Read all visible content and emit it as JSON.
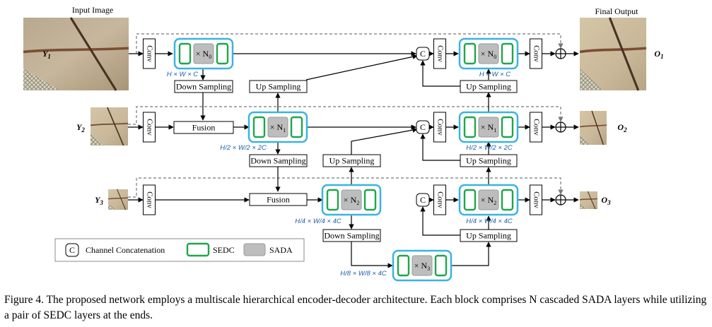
{
  "figure": {
    "input_title": "Input Image",
    "output_title": "Final Output",
    "inputs": [
      "Y",
      "Y",
      "Y"
    ],
    "input_subs": [
      "1",
      "2",
      "3"
    ],
    "outputs": [
      "O",
      "O",
      "O"
    ],
    "output_subs": [
      "1",
      "2",
      "3"
    ],
    "conv_label": "Conv",
    "fusion_label": "Fusion",
    "down_label": "Down Sampling",
    "up_label": "Up Sampling",
    "concat_symbol": "C",
    "blocks": [
      "× N",
      "× N",
      "× N",
      "× N"
    ],
    "block_subs": [
      "0",
      "1",
      "2",
      "3"
    ],
    "dims": [
      "H × W × C",
      "H/2 × W/2 × 2C",
      "H/4 × W/4 × 4C",
      "H/8 × W/8 × 4C"
    ],
    "legend": {
      "concat_symbol": "C",
      "concat_label": "Channel Concatenation",
      "sedc_label": "SEDC",
      "sada_label": "SADA"
    },
    "colors": {
      "block_border": "#3bb3e0",
      "sedc": "#1fa64a",
      "sada": "#bdbdbd",
      "dim_text": "#1f5fa8"
    }
  },
  "caption": "Figure 4. The proposed network employs a multiscale hierarchical encoder-decoder architecture. Each block comprises N cascaded SADA layers while utilizing a pair of SEDC layers at the ends."
}
